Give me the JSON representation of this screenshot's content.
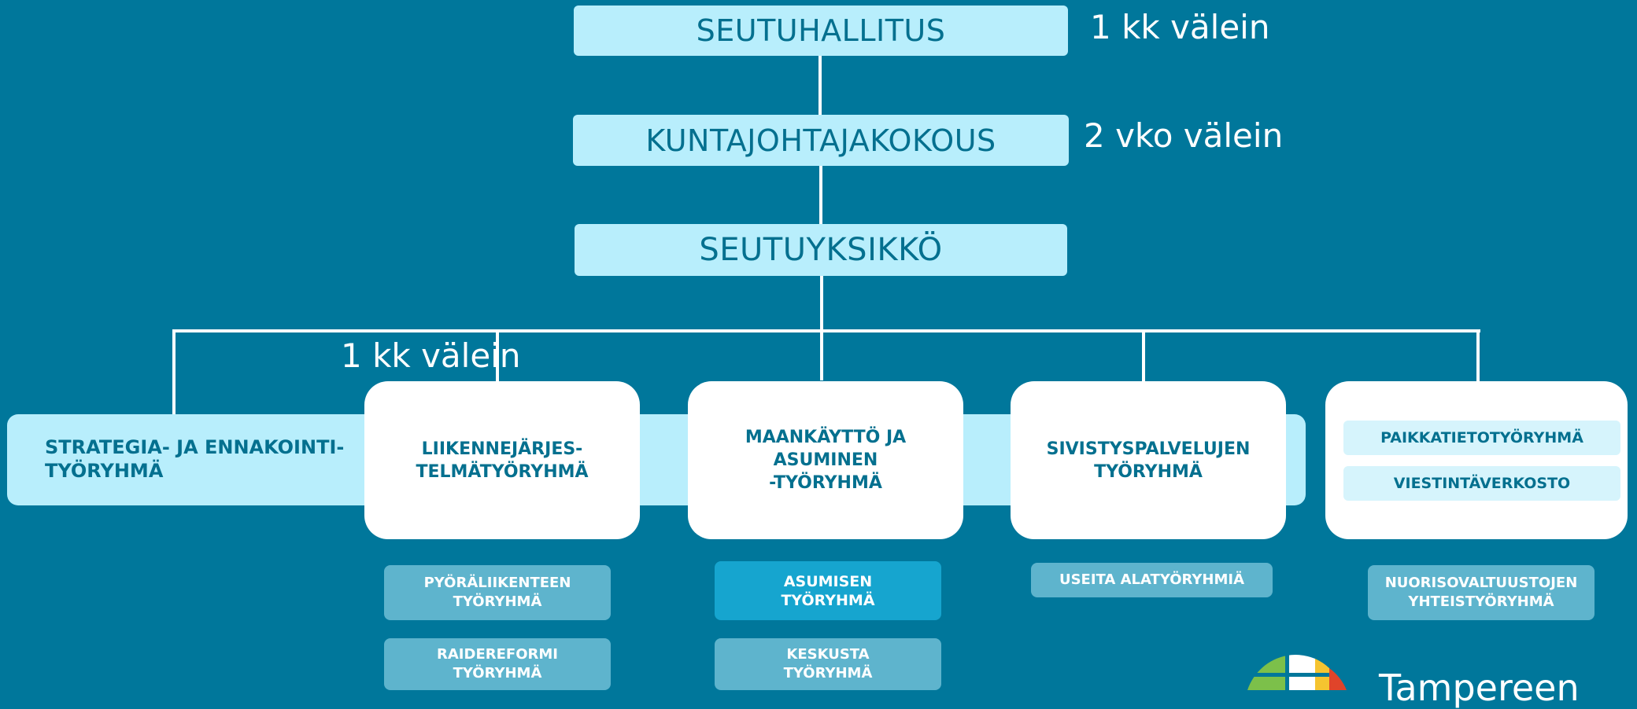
{
  "top_boxes": {
    "board": "SEUTUHALLITUS",
    "mayors": "KUNTAJOHTAJAKOKOUS",
    "unit": "SEUTUYKSIKKÖ"
  },
  "frequencies": {
    "board": "1 kk välein",
    "mayors": "2 vko välein",
    "groups": "1 kk välein"
  },
  "groups": {
    "strategy": "STRATEGIA- JA ENNAKOINTI-\nTYÖRYHMÄ",
    "transport": "LIIKENNEJÄRJES-\nTELMÄTYÖRYHMÄ",
    "land_use": "MAANKÄYTTÖ JA\nASUMINEN\n-TYÖRYHMÄ",
    "education": "SIVISTYSPALVELUJEN\nTYÖRYHMÄ",
    "gis": "PAIKKATIETOTYÖRYHMÄ",
    "communications": "VIESTINTÄVERKOSTO"
  },
  "subgroups": {
    "cycling": "PYÖRÄLIIKENTEEN\nTYÖRYHMÄ",
    "rail": "RAIDEREFORMI\nTYÖRYHMÄ",
    "housing": "ASUMISEN\nTYÖRYHMÄ",
    "centre": "KESKUSTA\nTYÖRYHMÄ",
    "education_subs": "USEITA ALATYÖRYHMIÄ",
    "youth": "NUORISOVALTUUSTOJEN\nYHTEISTYÖRYHMÄ"
  },
  "logo": {
    "text": "Tampereen"
  },
  "colors": {
    "background": "#00779b",
    "box_fill": "#b8eefc",
    "box_text": "#04708f",
    "subgroup_fill": "#5eb4cd",
    "subgroup_highlight": "#16a5cf"
  }
}
